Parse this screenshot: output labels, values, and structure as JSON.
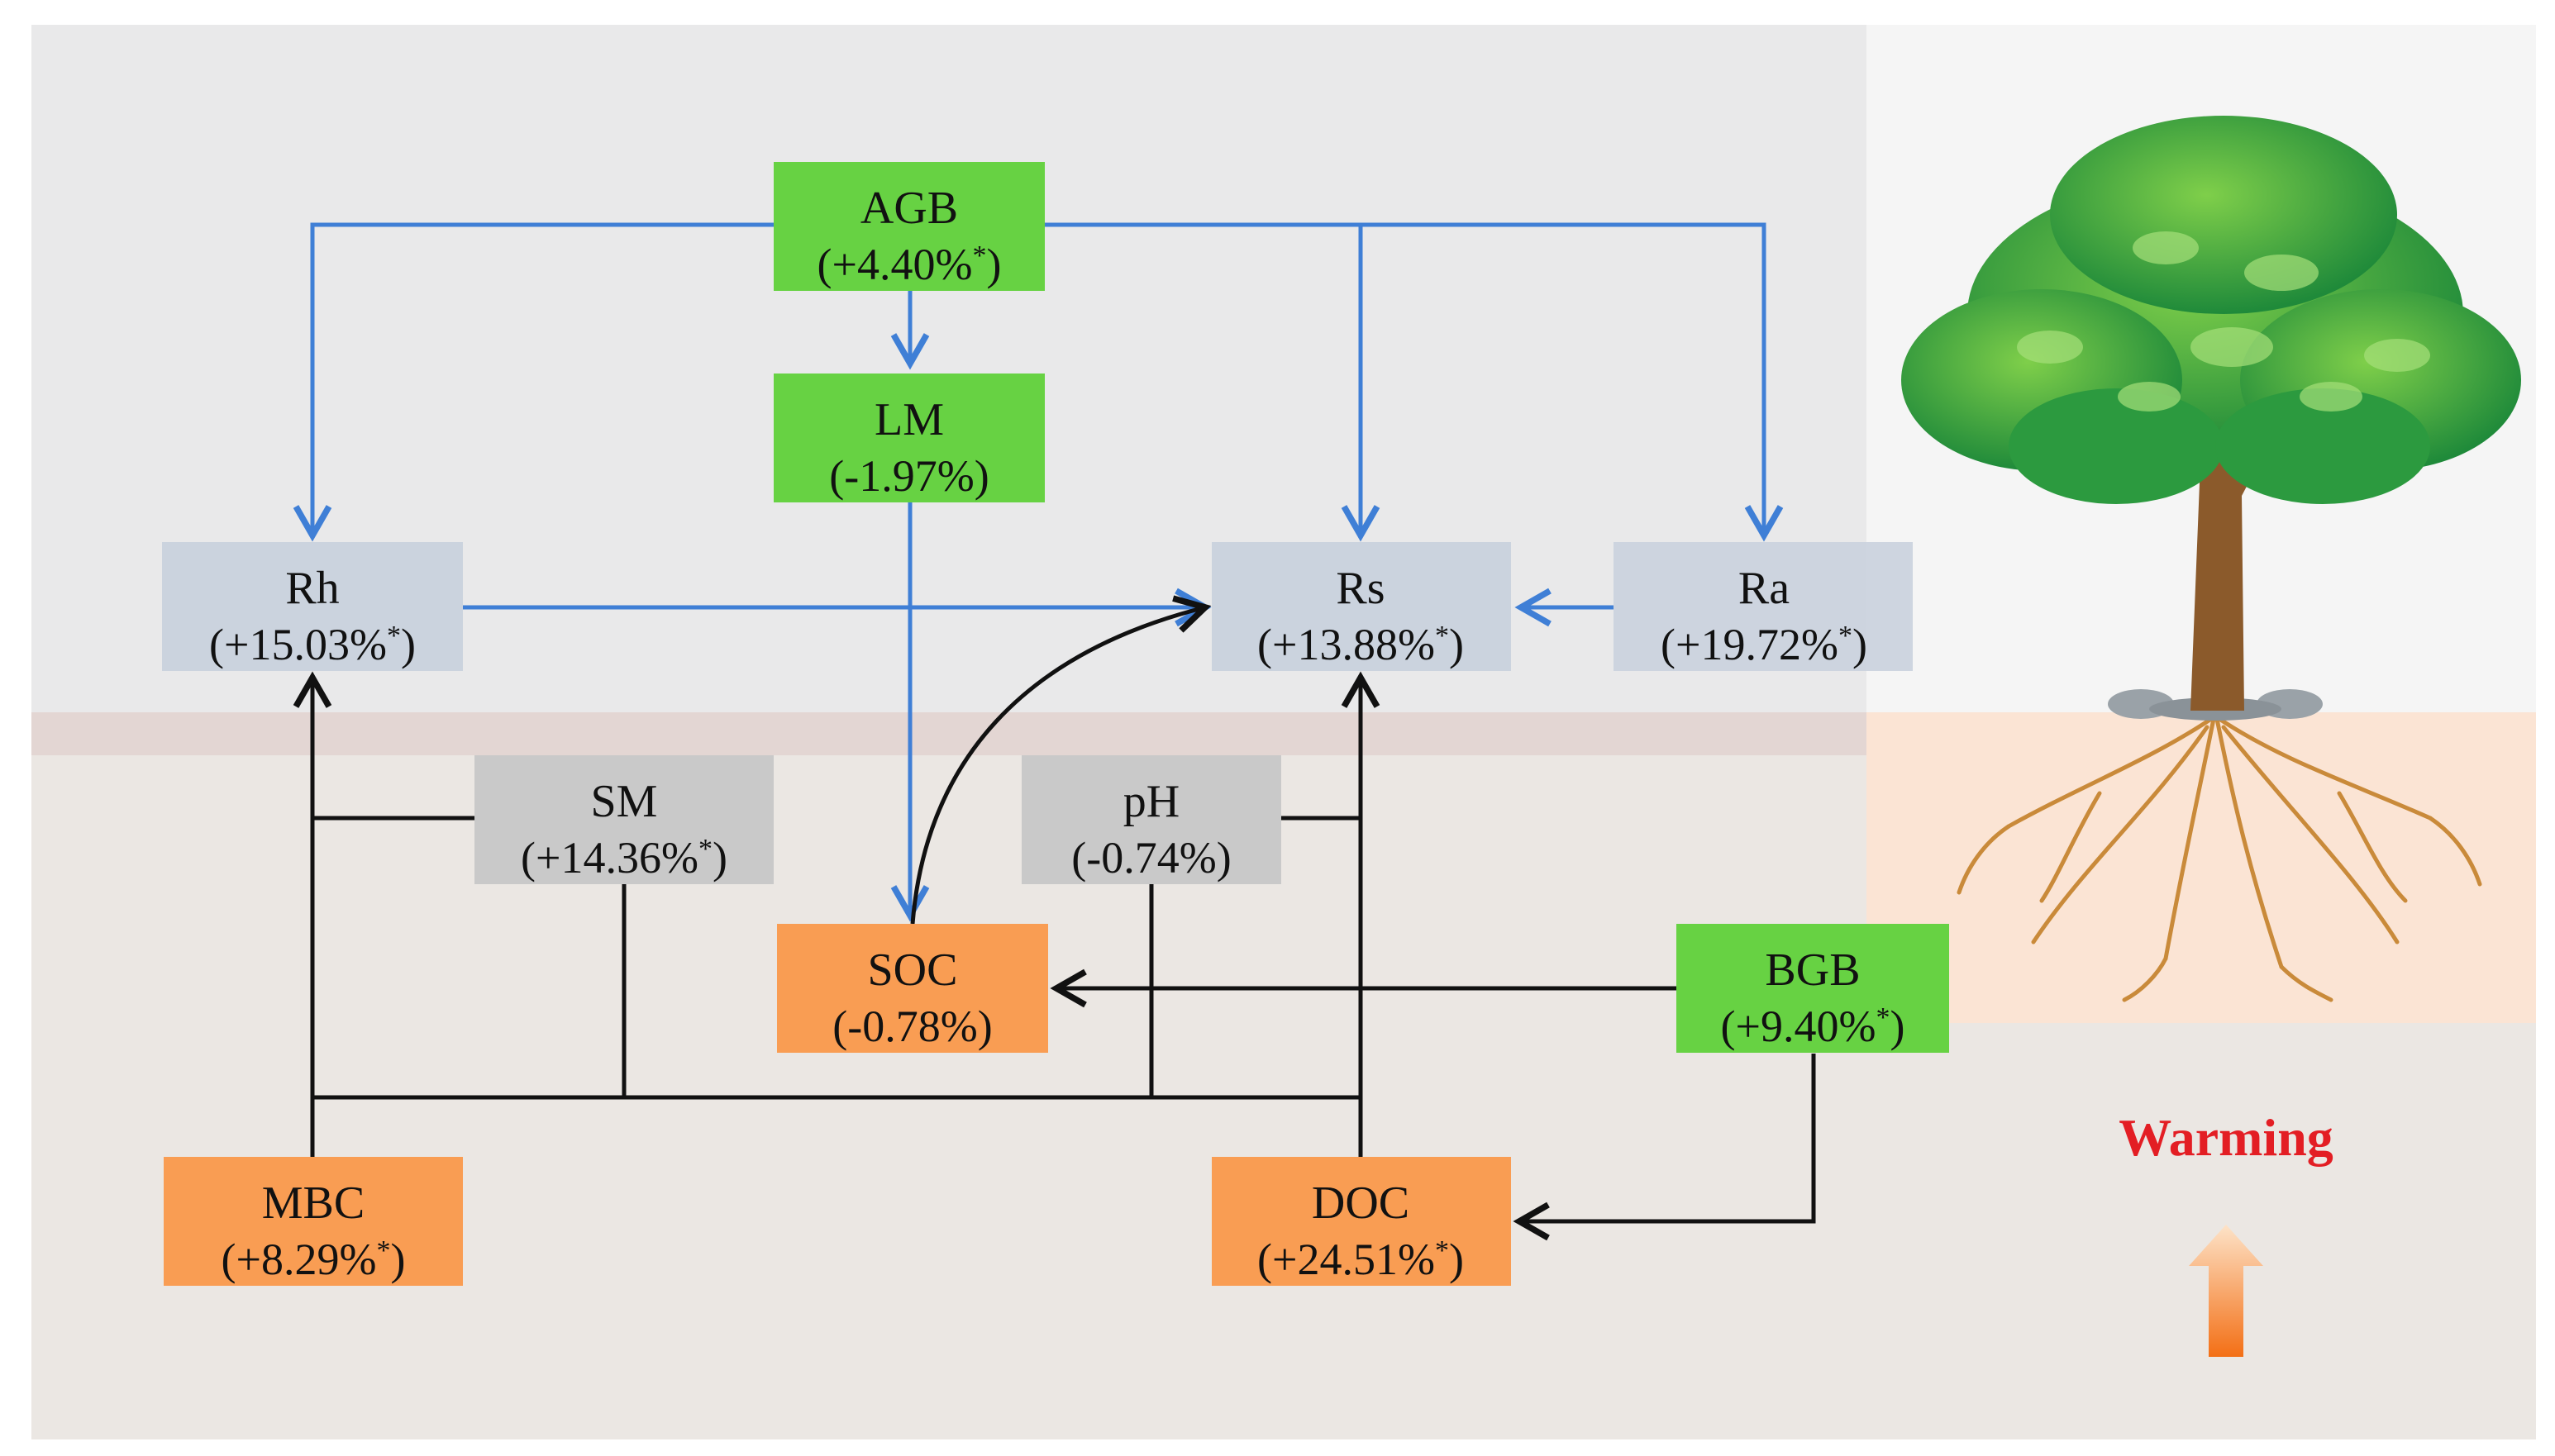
{
  "colors": {
    "above_ground_bg": "#e9e9ea",
    "soil_bg": "#ebe7e3",
    "soil_band": "#e3d6d3",
    "tree_panel_top": "#f6f6f6",
    "tree_panel_soil": "#fbe4d4",
    "green_node": "#67d243",
    "gray_node": "#cbd3de",
    "soil_gray_node": "#c9c9c9",
    "orange_node": "#f99d53",
    "blue_arrow": "#3f7fd6",
    "black_arrow": "#111111",
    "warming_text": "#e31e24",
    "warming_arrow": "#f57b20"
  },
  "nodes": {
    "agb": {
      "name": "AGB",
      "value": "(+4.40%*)"
    },
    "lm": {
      "name": "LM",
      "value": "(-1.97%)"
    },
    "rh": {
      "name": "Rh",
      "value": "(+15.03%*)"
    },
    "rs": {
      "name": "Rs",
      "value": "(+13.88%*)"
    },
    "ra": {
      "name": "Ra",
      "value": "(+19.72%*)"
    },
    "sm": {
      "name": "SM",
      "value": "(+14.36%*)"
    },
    "ph": {
      "name": "pH",
      "value": "(-0.74%)"
    },
    "soc": {
      "name": "SOC",
      "value": "(-0.78%)"
    },
    "bgb": {
      "name": "BGB",
      "value": "(+9.40%*)"
    },
    "mbc": {
      "name": "MBC",
      "value": "(+8.29%*)"
    },
    "doc": {
      "name": "DOC",
      "value": "(+24.51%*)"
    }
  },
  "warming": {
    "label": "Warming",
    "icon": "warming-up-arrow-icon"
  },
  "illustration": {
    "icon": "tree-with-roots-icon"
  }
}
